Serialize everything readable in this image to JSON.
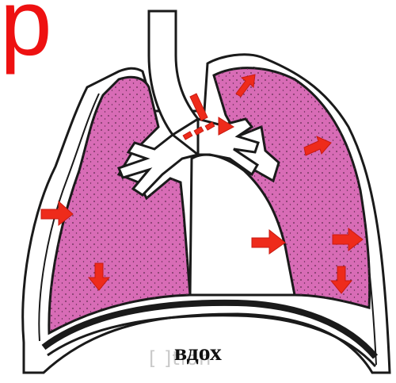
{
  "corner_letter": "р",
  "caption": "вдох",
  "ghost_text": "[    ]tion",
  "colors": {
    "lung_fill": "#d86cb6",
    "outline": "#1a1a1a",
    "arrow": "#ee2b1b",
    "text_red": "#ee1111"
  },
  "arrows": {
    "count": 8,
    "airflow_arrow": "trachea-inflow-arrow"
  }
}
